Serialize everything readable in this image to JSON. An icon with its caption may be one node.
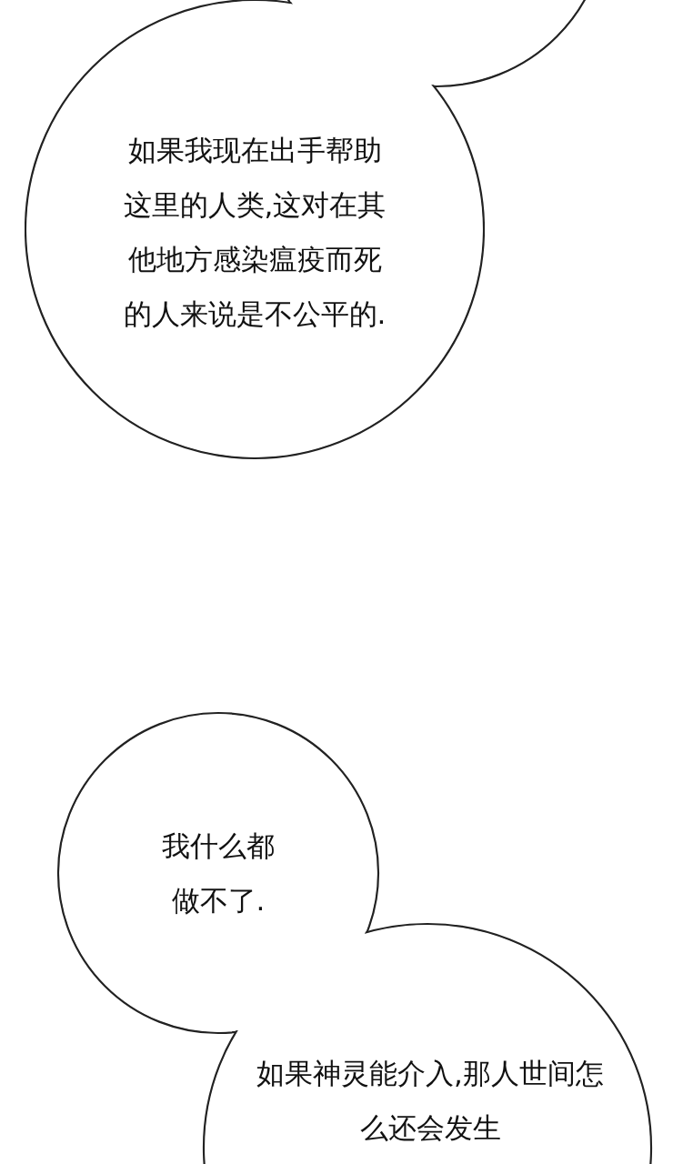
{
  "diagram": {
    "nodes": [
      {
        "text": [],
        "shape": "circle"
      },
      {
        "text": [
          "如果我现在出手帮助这里的人类,这对在其他地方感染瘟疫而死的人来说是不公平的."
        ]
      },
      {
        "text": [
          "我什么都做不了."
        ]
      },
      {
        "text": [
          "如果神灵能介入,那人世间怎么还会发生"
        ]
      }
    ]
  }
}
